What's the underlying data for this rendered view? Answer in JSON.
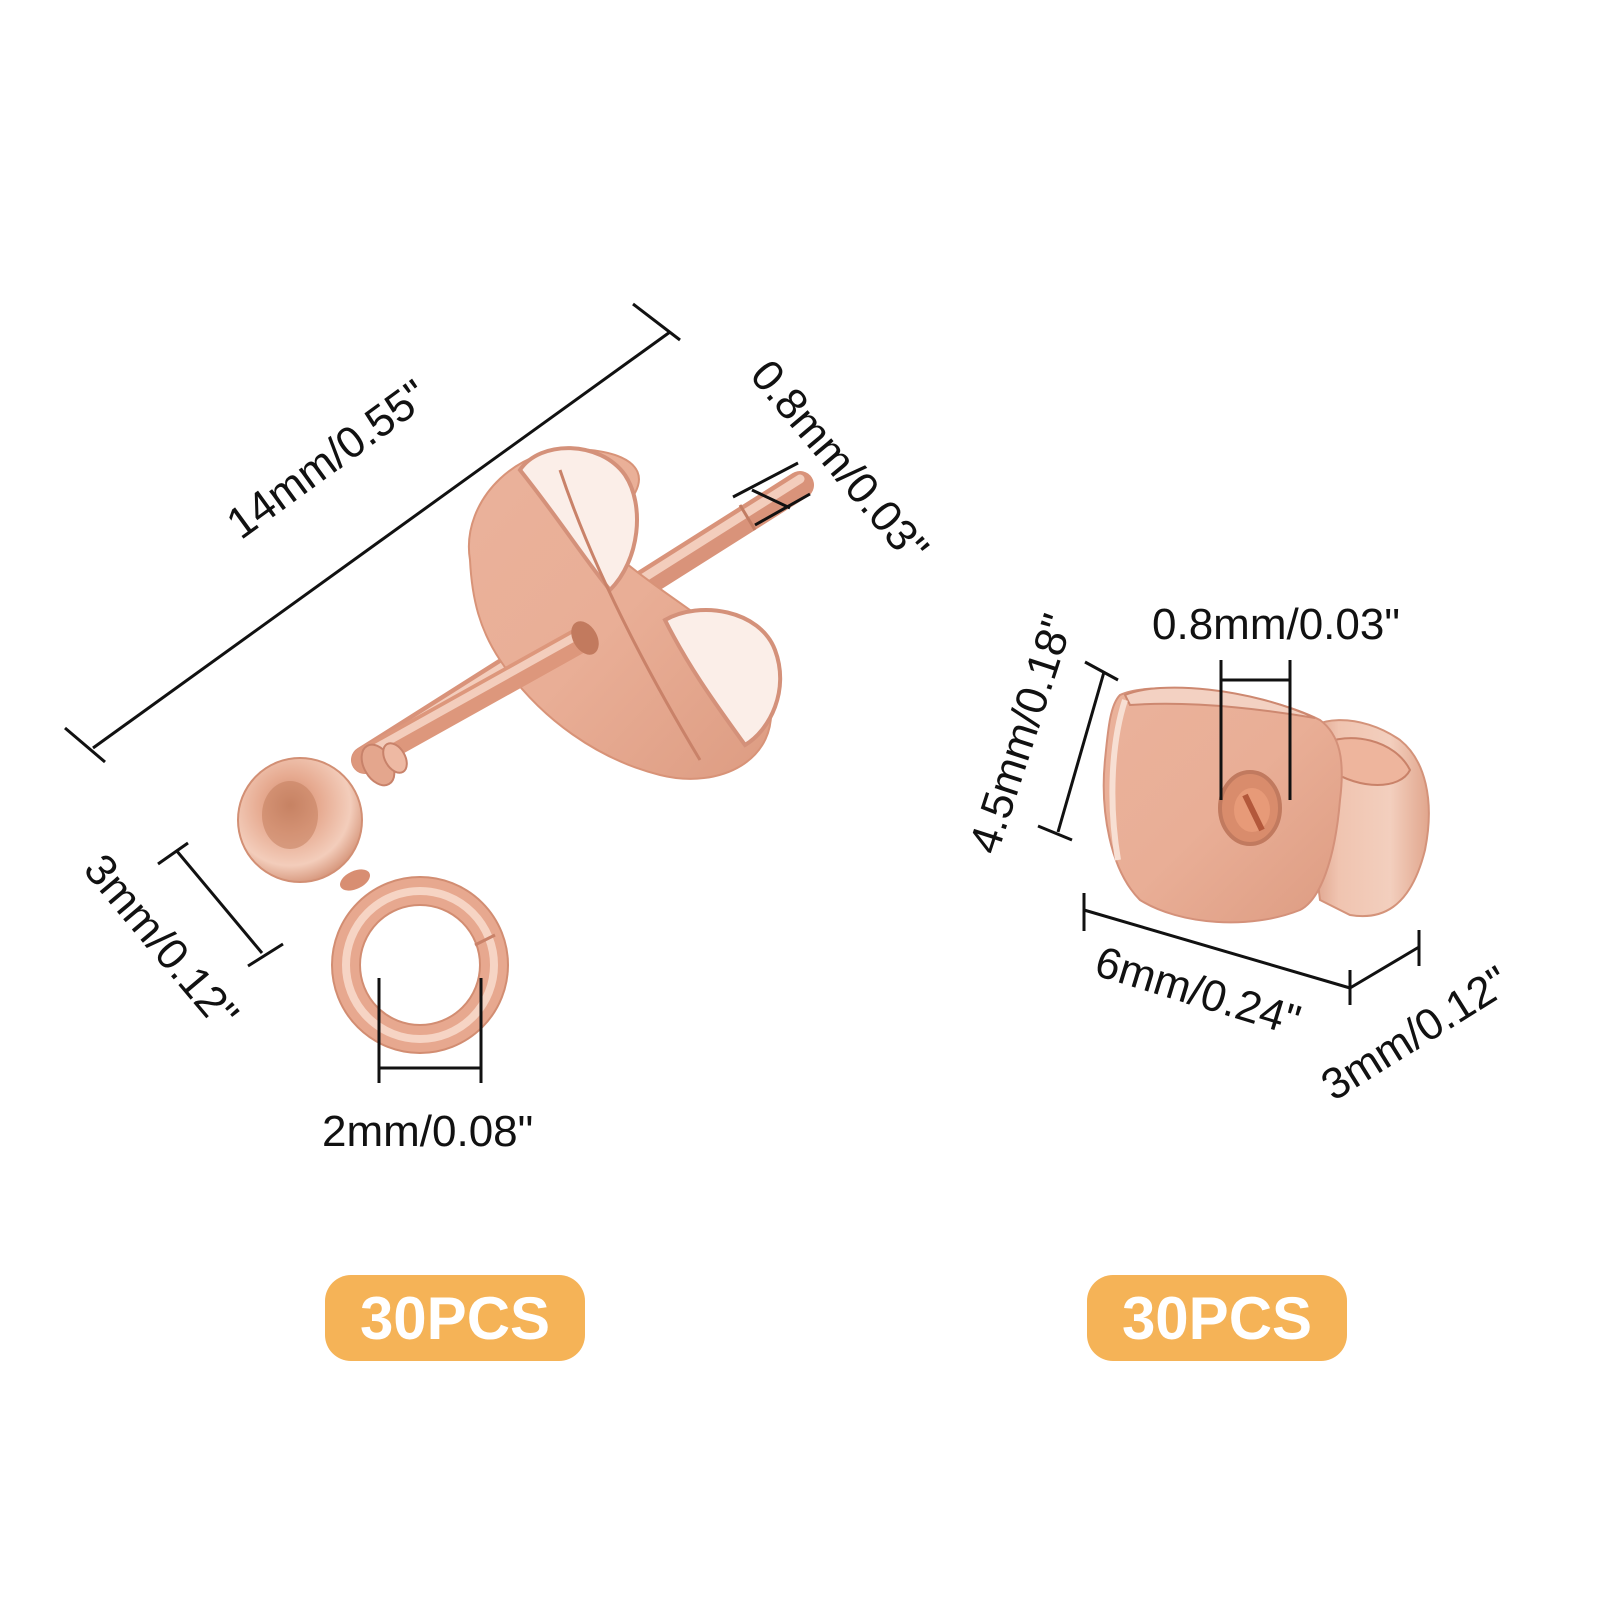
{
  "image": {
    "description": "Product dimension graphic of rose gold ball stud earrings with loop and butterfly earring backs",
    "colors": {
      "background": "#ffffff",
      "metal_rose_gold": "#e8a88f",
      "metal_highlight": "#f6d3c2",
      "metal_shadow": "#c87a5f",
      "dimension_lines": "#111111",
      "badge_fill": "#f5b357",
      "badge_text": "#ffffff"
    }
  },
  "left_product": {
    "name": "ball stud earring with loop and butterfly back",
    "dimensions": {
      "length": "14mm/0.55\"",
      "pin_diameter": "0.8mm/0.03\"",
      "ball_diameter": "3mm/0.12\"",
      "loop_inner_diameter": "2mm/0.08\""
    },
    "quantity_badge": "30PCS"
  },
  "right_product": {
    "name": "butterfly earring back",
    "dimensions": {
      "hole_diameter": "0.8mm/0.03\"",
      "height": "4.5mm/0.18\"",
      "width": "6mm/0.24\"",
      "depth": "3mm/0.12\""
    },
    "quantity_badge": "30PCS"
  }
}
